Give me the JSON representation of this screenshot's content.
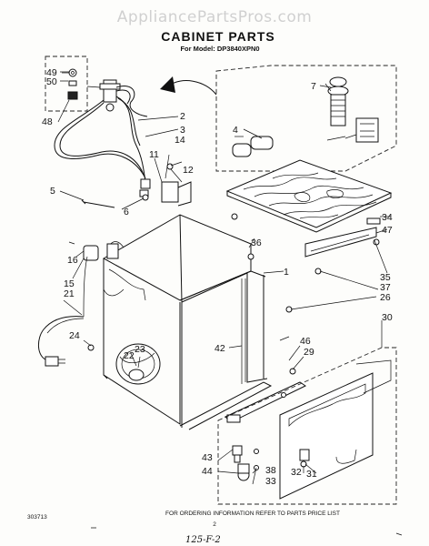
{
  "watermark": "AppliancePartsPros.com",
  "title": "CABINET PARTS",
  "model_line": "For Model: DP3840XPN0",
  "footer_note": "FOR ORDERING INFORMATION REFER TO PARTS PRICE LIST",
  "page_number": "2",
  "doc_code": "303713",
  "handwritten": "125-F-2",
  "callouts": [
    "1",
    "2",
    "3",
    "4",
    "5",
    "6",
    "7",
    "11",
    "12",
    "14",
    "15",
    "16",
    "21",
    "22",
    "23",
    "24",
    "26",
    "29",
    "30",
    "31",
    "32",
    "33",
    "34",
    "35",
    "36",
    "37",
    "38",
    "42",
    "43",
    "44",
    "46",
    "47",
    "48",
    "49",
    "50"
  ]
}
